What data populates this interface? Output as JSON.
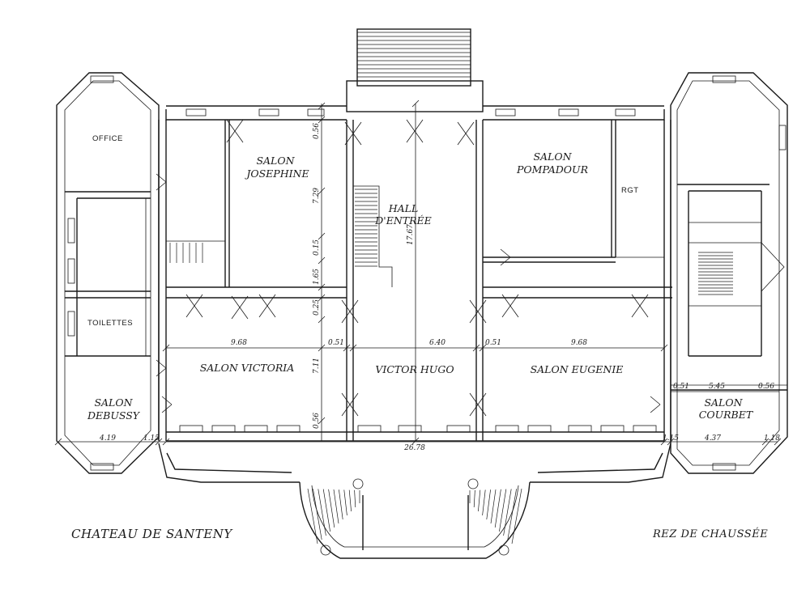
{
  "title": "CHATEAU DE SANTENY",
  "subtitle": "REZ DE CHAUSSÉE",
  "rooms": {
    "office": "OFFICE",
    "toilettes": "TOILETTES",
    "salon_josephine_1": "SALON",
    "salon_josephine_2": "JOSEPHINE",
    "hall_1": "HALL",
    "hall_2": "D'ENTRÉE",
    "salon_pompadour_1": "SALON",
    "salon_pompadour_2": "POMPADOUR",
    "rgt": "RGT",
    "salon_victoria": "SALON VICTORIA",
    "victor_hugo": "VICTOR HUGO",
    "salon_eugenie": "SALON EUGENIE",
    "salon_debussy_1": "SALON",
    "salon_debussy_2": "DEBUSSY",
    "salon_courbet_1": "SALON",
    "salon_courbet_2": "COURBET"
  },
  "dimensions": {
    "d_968_left": "9.68",
    "d_051_a": "0.51",
    "d_640": "6.40",
    "d_051_b": "0.51",
    "d_968_right": "9.68",
    "d_2678": "26.78",
    "d_419": "4.19",
    "d_115_left": "1.15",
    "d_115_right": "1.15",
    "d_437": "4.37",
    "d_118": "1.18",
    "d_051_c": "0.51",
    "d_545": "5.45",
    "d_056_c": "0.56",
    "v_056_top": "0.56",
    "v_729": "7.29",
    "v_015": "0.15",
    "v_165": "1.65",
    "v_025": "0.25",
    "v_711": "7.11",
    "v_056_bottom": "0.56",
    "v_1767": "17.67"
  }
}
